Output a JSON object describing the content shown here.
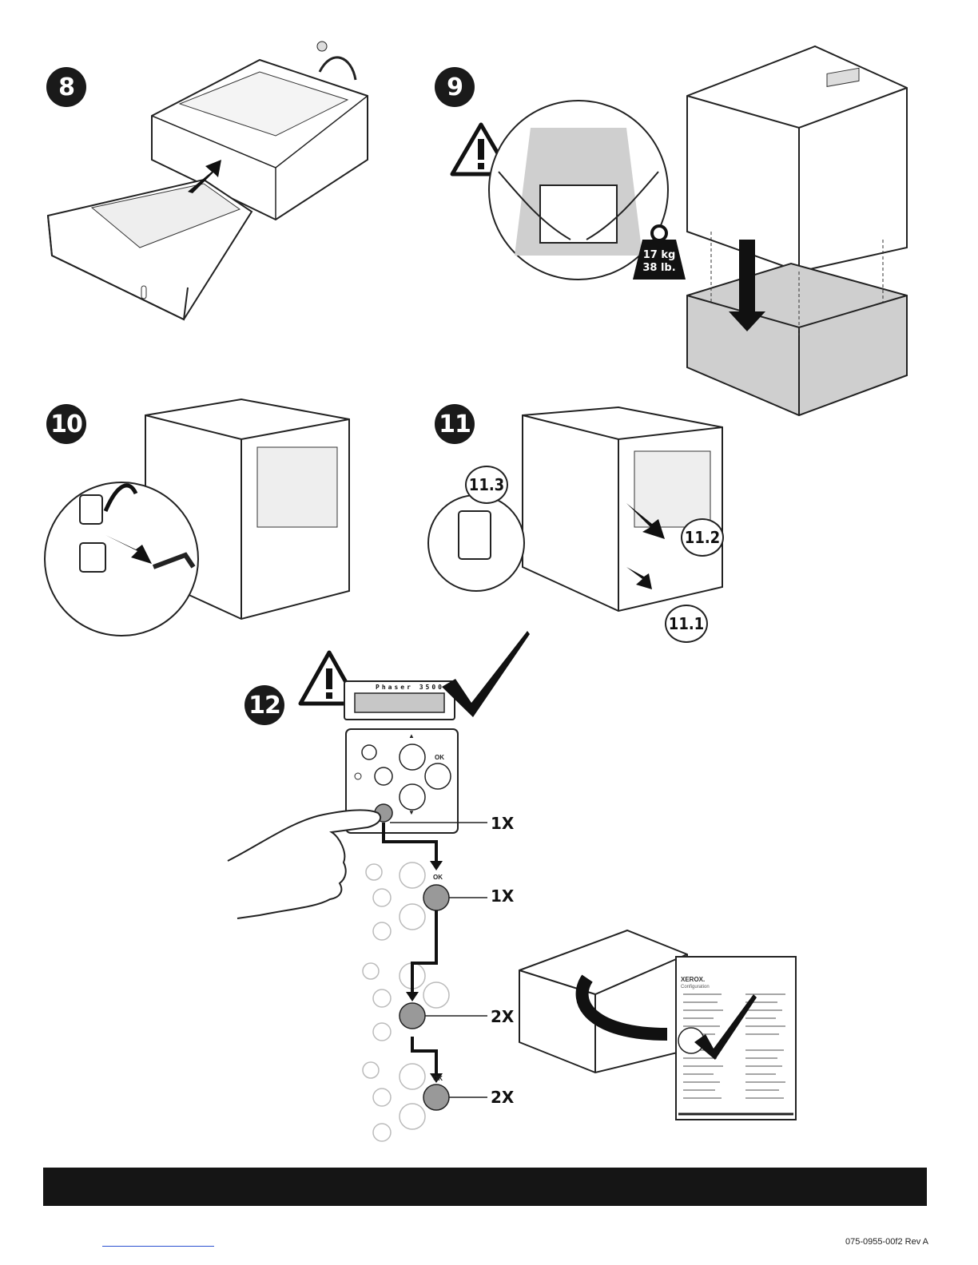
{
  "steps": {
    "s8": "8",
    "s9": "9",
    "s10": "10",
    "s11": "11",
    "s12": "12"
  },
  "weight": {
    "kg": "17 kg",
    "lb": "38 lb."
  },
  "callouts": {
    "c113": "11.3",
    "c112": "11.2",
    "c111": "11.1"
  },
  "display": {
    "model": "Phaser 3500"
  },
  "panel": {
    "ok_label": "OK",
    "up_symbol": "▲",
    "down_symbol": "▼",
    "cancel_symbol": "C/⊘",
    "back_symbol": "⤺",
    "menu_symbol": "☰"
  },
  "presses": [
    "1X",
    "1X",
    "2X",
    "2X"
  ],
  "config_page": {
    "brand": "XEROX.",
    "title": "Configuration"
  },
  "footer": {
    "doc_id": "075-0955-00f2 Rev A"
  },
  "icons": [
    "warning-icon",
    "checkmark-icon",
    "weight-icon",
    "arrow-icon",
    "hand-icon"
  ]
}
